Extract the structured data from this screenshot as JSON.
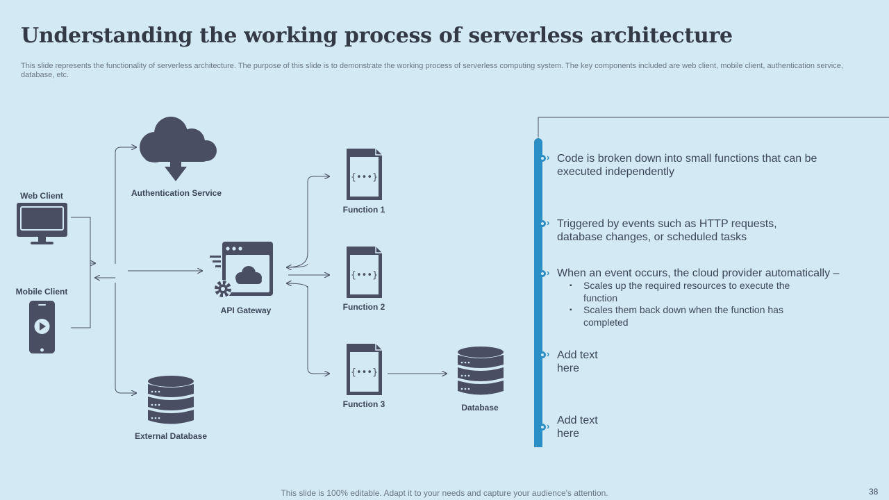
{
  "slide": {
    "title": "Understanding the working process of serverless architecture",
    "subtitle": "This slide represents the functionality of serverless architecture. The purpose of this slide is to demonstrate the working process of serverless computing system. The key components included are web client, mobile client, authentication service, database, etc.",
    "footer": "This slide is 100% editable. Adapt it to your needs and capture your audience's attention.",
    "page_number": "38"
  },
  "diagram": {
    "nodes": {
      "web_client": "Web Client",
      "mobile_client": "Mobile Client",
      "auth_service": "Authentication Service",
      "api_gateway": "API Gateway",
      "external_db": "External Database",
      "function1": "Function  1",
      "function2": "Function  2",
      "function3": "Function  3",
      "database": "Database"
    },
    "function_glyph": "{•••}",
    "icons": [
      "monitor-icon",
      "smartphone-play-icon",
      "cloud-download-icon",
      "browser-cloud-gear-icon",
      "code-file-icon",
      "database-icon"
    ]
  },
  "points": {
    "p1": "Code is broken down into small functions that can be executed independently",
    "p2": "Triggered by events such as HTTP requests, database changes, or scheduled tasks",
    "p3": {
      "text": "When an event occurs, the cloud provider automatically –",
      "subs": [
        "Scales up the required resources to execute the function",
        "Scales them back down when the function has completed"
      ]
    },
    "p4": "Add text here",
    "p5": "Add text here"
  },
  "colors": {
    "background": "#d3e9f4",
    "icon": "#4a4e63",
    "accent": "#2b8fc6",
    "text": "#3d4559"
  }
}
